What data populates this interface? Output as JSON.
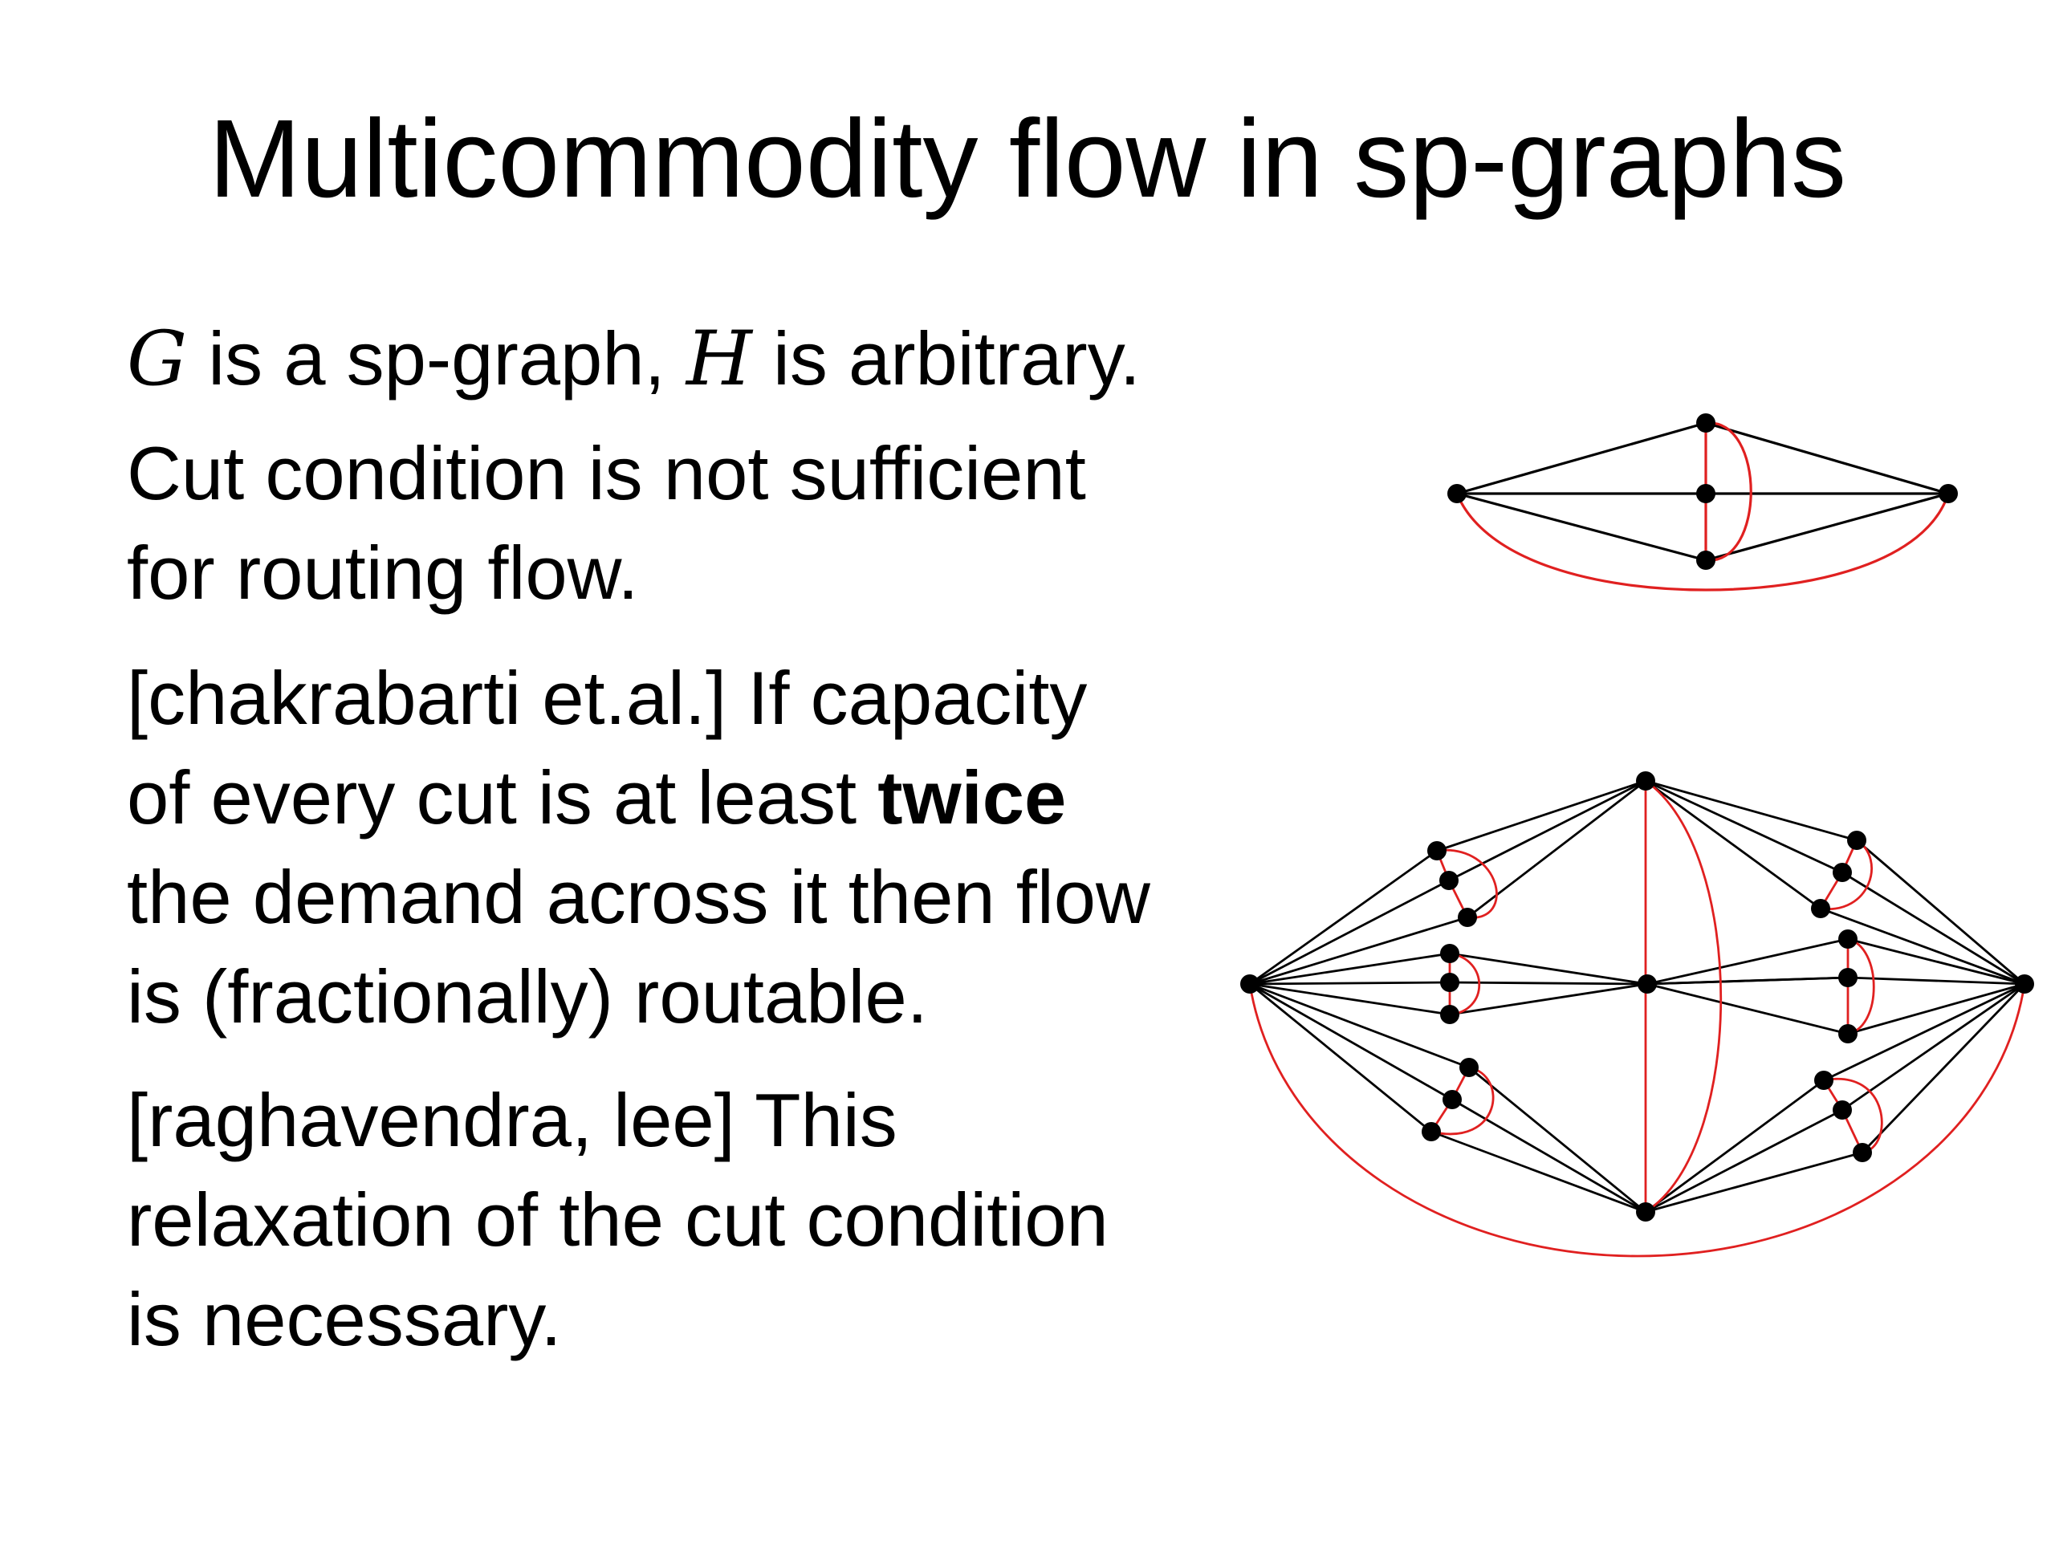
{
  "slide": {
    "title": "Multicommodity flow in sp-graphs",
    "p1": {
      "var_g": "G",
      "text1": " is a sp-graph, ",
      "var_h": "H",
      "text2": " is arbitrary."
    },
    "p2": {
      "line1": "Cut condition is not sufficient",
      "line2": "for routing flow."
    },
    "p3": {
      "line1": "[chakrabarti et.al.] If capacity",
      "line2_pre": "of every cut is at least ",
      "line2_bold": "twice",
      "line3": "the demand across it then flow",
      "line4": "is (fractionally) routable."
    },
    "p4": {
      "line1": "[raghavendra, lee] This",
      "line2": "relaxation of the cut condition",
      "line3": "is necessary."
    }
  },
  "colors": {
    "edge": "#000000",
    "demand": "#e02020",
    "node": "#000000"
  }
}
